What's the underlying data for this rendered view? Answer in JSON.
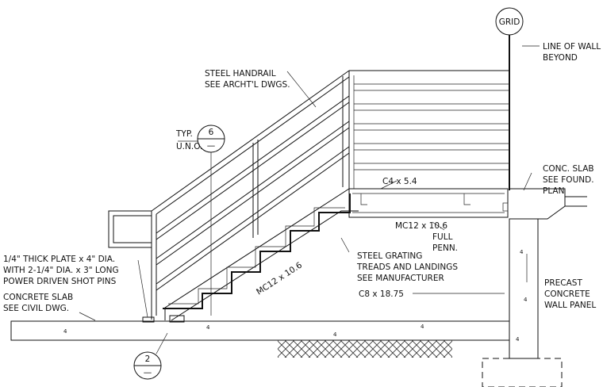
{
  "grid_bubble": "GRID",
  "notes": {
    "line_of_wall": [
      "LINE OF WALL",
      "BEYOND"
    ],
    "handrail": [
      "STEEL HANDRAIL",
      "SEE ARCHT'L DWGS."
    ],
    "typ": [
      "TYP.",
      "U.N.O."
    ],
    "conc_slab_found": [
      "CONC. SLAB",
      "SEE FOUND.",
      "PLAN"
    ],
    "c4": "C4 x 5.4",
    "mc12_landing": "MC12 x 10.6",
    "full_penn": [
      "FULL",
      "PENN."
    ],
    "plate": [
      "1/4\" THICK PLATE x 4\" DIA.",
      "WITH 2-1/4\" DIA. x 3\" LONG",
      "POWER DRIVEN SHOT PINS"
    ],
    "concrete_slab": [
      "CONCRETE SLAB",
      "SEE CIVIL DWG."
    ],
    "steel_grating": [
      "STEEL GRATING",
      "TREADS AND LANDINGS",
      "SEE MANUFACTURER"
    ],
    "mc12_stringer": "MC12 x 10.6",
    "c8": "C8 x 18.75",
    "precast": [
      "PRECAST",
      "CONCRETE",
      "WALL PANEL"
    ]
  },
  "detail_bubbles": {
    "top": {
      "number": "6",
      "sheet": "—"
    },
    "bottom": {
      "number": "2",
      "sheet": "—"
    }
  }
}
